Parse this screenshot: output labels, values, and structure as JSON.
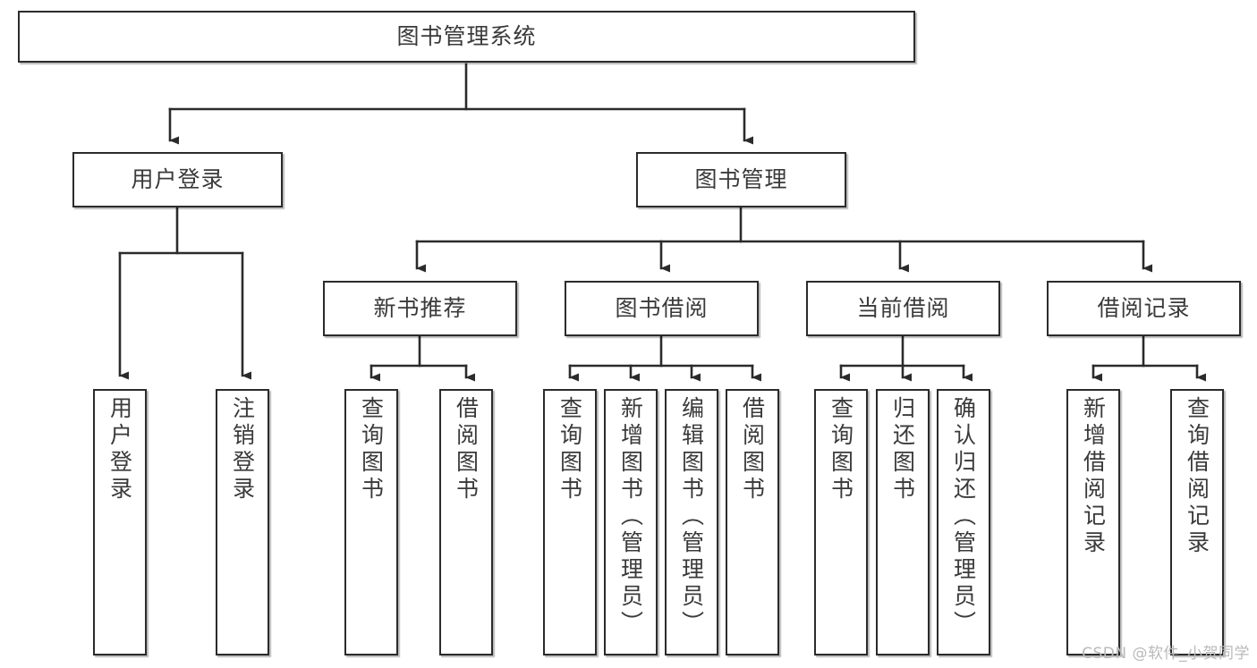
{
  "diagram": {
    "title": "图书管理系统",
    "type": "tree-hierarchy-chart",
    "colors": {
      "box_border": "#2b2b2b",
      "box_fill": "#ffffff",
      "connector": "#2b2b2b",
      "text": "#3a3a3a",
      "watermark": "#b9b9b9",
      "background": "#ffffff"
    },
    "root": {
      "label": "图书管理系统"
    },
    "level2": [
      {
        "label": "用户登录"
      },
      {
        "label": "图书管理"
      }
    ],
    "level3": [
      {
        "label": "新书推荐"
      },
      {
        "label": "图书借阅"
      },
      {
        "label": "当前借阅"
      },
      {
        "label": "借阅记录"
      }
    ],
    "leaves": {
      "user_login": [
        {
          "label": "用户登录"
        },
        {
          "label": "注销登录"
        }
      ],
      "new_book_recommend": [
        {
          "label": "查询图书"
        },
        {
          "label": "借阅图书"
        }
      ],
      "book_borrow": [
        {
          "label": "查询图书"
        },
        {
          "label": "新增图书（管理员）"
        },
        {
          "label": "编辑图书（管理员）"
        },
        {
          "label": "借阅图书"
        }
      ],
      "current_borrow": [
        {
          "label": "查询图书"
        },
        {
          "label": "归还图书"
        },
        {
          "label": "确认归还（管理员）"
        }
      ],
      "borrow_record": [
        {
          "label": "新增借阅记录"
        },
        {
          "label": "查询借阅记录"
        }
      ]
    }
  },
  "watermark": {
    "text": "CSDN @软件_小贺同学"
  }
}
